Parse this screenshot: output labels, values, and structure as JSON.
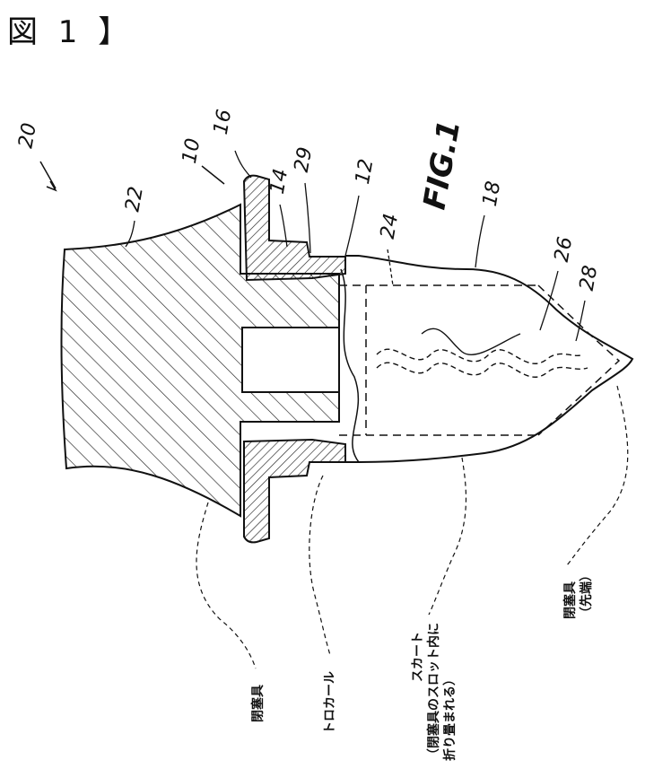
{
  "figure_label": "図 1 】",
  "fig_title": "FIG.1",
  "reference_numerals": {
    "n20": "20",
    "n10": "10",
    "n16": "16",
    "n22": "22",
    "n14": "14",
    "n29": "29",
    "n12": "12",
    "n24": "24",
    "n18": "18",
    "n26": "26",
    "n28": "28"
  },
  "callouts": {
    "obturator": "閉塞具",
    "trocar": "トロカール",
    "skirt_line1": "スカート",
    "skirt_line2": "（閉塞具のスロット内に",
    "skirt_line3": "折り畳まれる）",
    "tip_line1": "閉塞具",
    "tip_line2": "（先端）"
  }
}
